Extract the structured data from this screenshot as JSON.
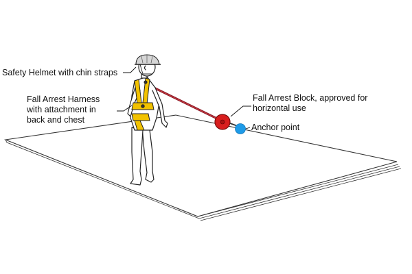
{
  "labels": {
    "helmet": "Safety Helmet with chin straps",
    "harness_line1": "Fall Arrest Harness",
    "harness_line2": "with attachment in",
    "harness_line3": "back and chest",
    "block_line1": "Fall Arrest Block, approved for",
    "block_line2": "horizontal use",
    "anchor": "Anchor point"
  },
  "colors": {
    "harness": "#f2c200",
    "fall_arrest_block": "#d81e1e",
    "anchor_point": "#1e9be8",
    "lanyard": "#8a1c2a",
    "outline": "#222222"
  }
}
